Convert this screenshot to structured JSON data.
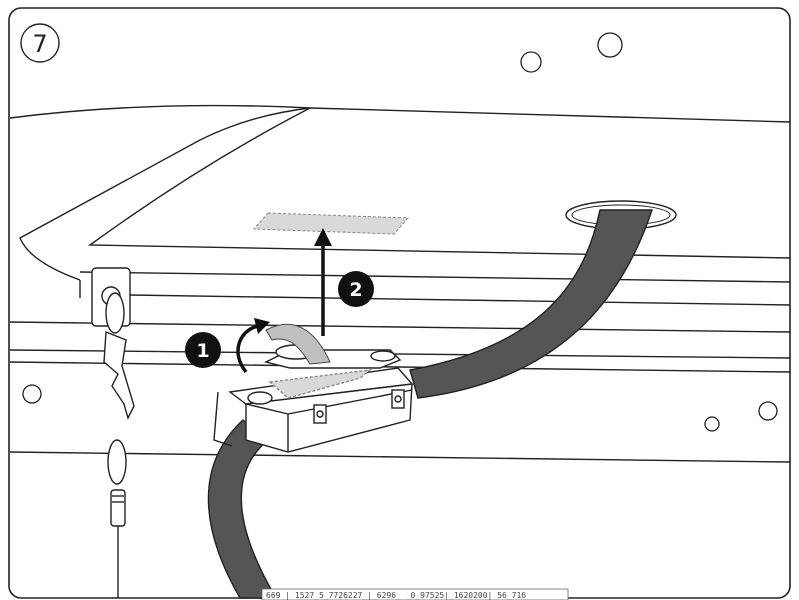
{
  "step": {
    "number": "7"
  },
  "callouts": [
    {
      "id": "1",
      "label": "1"
    },
    {
      "id": "2",
      "label": "2"
    }
  ],
  "footer": {
    "code": "669 | 1527_5_7726227_|_6296_ _0_97525|_1620200| 56_716"
  },
  "colors": {
    "line": "#222222",
    "cable": "#555555",
    "tape": "#d9d9d9",
    "callout_fill": "#111111",
    "background": "#ffffff"
  }
}
